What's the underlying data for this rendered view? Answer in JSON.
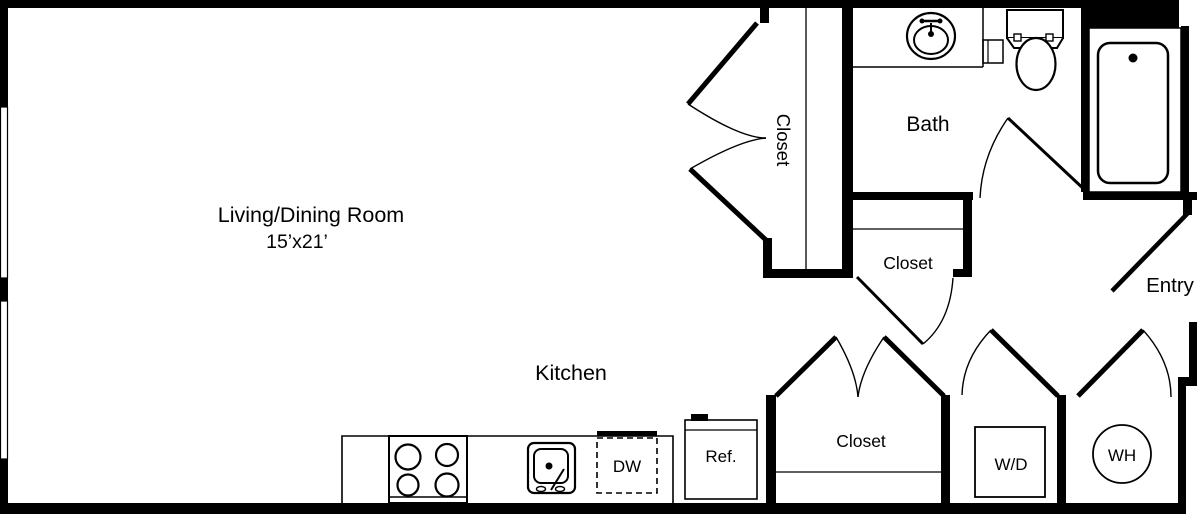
{
  "rooms": {
    "living": {
      "label": "Living/Dining Room",
      "dims": "15’x21’"
    },
    "kitchen": {
      "label": "Kitchen"
    },
    "bath": {
      "label": "Bath"
    },
    "entry": {
      "label": "Entry"
    },
    "hall_closet": {
      "label": "Closet"
    },
    "entry_closet": {
      "label": "Closet"
    },
    "laundry_closet": {
      "label": "Closet"
    }
  },
  "appliances": {
    "dishwasher": "DW",
    "refrigerator": "Ref.",
    "washer_dryer": "W/D",
    "water_heater": "WH"
  },
  "colors": {
    "wall": "#000000",
    "background": "#ffffff"
  }
}
